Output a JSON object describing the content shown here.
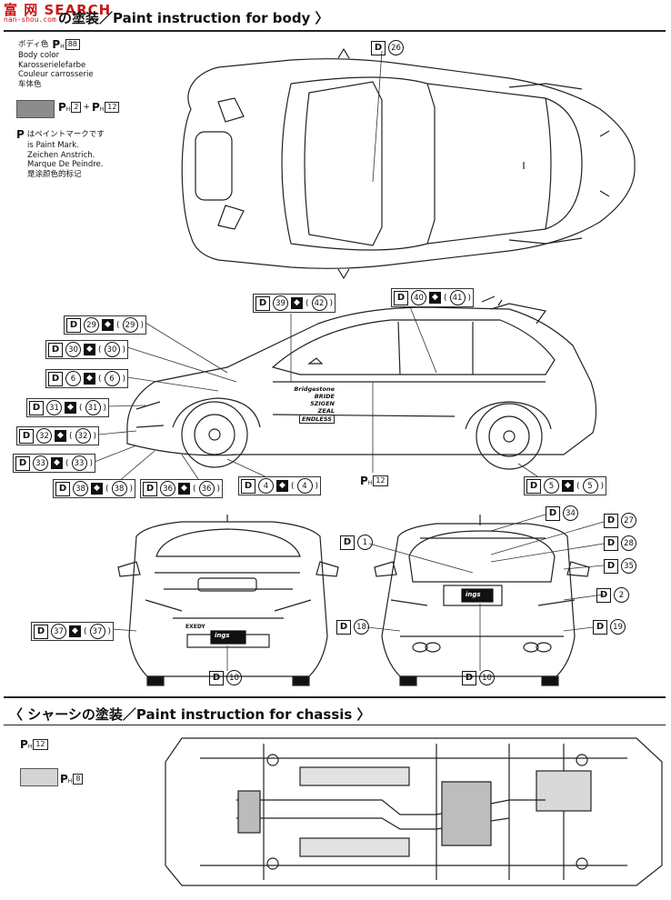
{
  "watermark": {
    "line1": "富 网 SEARCH",
    "line2": "nan-shou.com"
  },
  "body_section": {
    "title": "の塗装／Paint instruction for body 〉"
  },
  "body_color": {
    "lines": [
      "ボディ色",
      "Body color",
      "Karosserielefarbe",
      "Couleur carrosserie",
      "车体色"
    ],
    "ph_code": "88",
    "mix": {
      "a": "2",
      "plus": "+",
      "b": "12"
    }
  },
  "paint_mark_note": {
    "lines": [
      "はペイントマークです",
      "is Paint Mark.",
      "Zeichen Anstrich.",
      "Marque De Peindre.",
      "是涂颜色的标记"
    ]
  },
  "top_view": {
    "decal": "26"
  },
  "side_callouts": [
    {
      "d": "39",
      "k": "42"
    },
    {
      "d": "40",
      "k": "41"
    },
    {
      "d": "29",
      "k": "29"
    },
    {
      "d": "30",
      "k": "30"
    },
    {
      "d": "6",
      "k": "6"
    },
    {
      "d": "31",
      "k": "31"
    },
    {
      "d": "32",
      "k": "32"
    },
    {
      "d": "33",
      "k": "33"
    },
    {
      "d": "38",
      "k": "38"
    },
    {
      "d": "36",
      "k": "36"
    },
    {
      "d": "4",
      "k": "4"
    },
    {
      "d": "5",
      "k": "5"
    }
  ],
  "side_ph": "12",
  "sponsor_texts": [
    "Bridgestone",
    "BRIDE",
    "5ZIGEN",
    "ZEAL",
    "ENDLESS"
  ],
  "front_view": {
    "callout": {
      "d": "37",
      "k": "37"
    },
    "bottom": "10",
    "brand": "EXEDY",
    "plate": "ings"
  },
  "rear_view": {
    "decals": [
      "1",
      "34",
      "27",
      "28",
      "35",
      "2",
      "18",
      "19"
    ],
    "bottom": "10",
    "plate": "ings"
  },
  "chassis_section": {
    "title": "〈 シャーシの塗装／Paint instruction for chassis 〉",
    "ph_code": "12",
    "swatch_code": "8"
  }
}
